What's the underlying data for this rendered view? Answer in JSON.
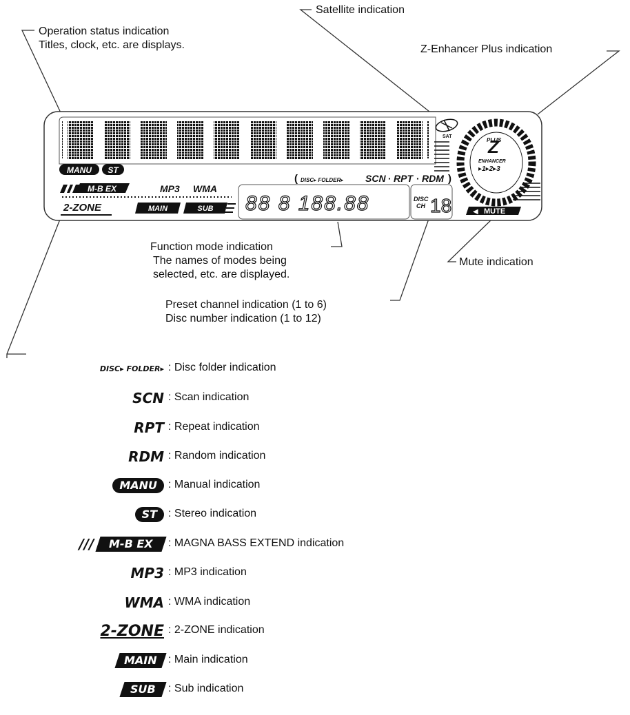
{
  "callouts": {
    "satellite": "Satellite indication",
    "operation_line1": "Operation status indication",
    "operation_line2": "Titles, clock, etc. are displays.",
    "zenhancer": "Z-Enhancer Plus indication",
    "function_line1": "Function mode indication",
    "function_line2": "The names of modes being",
    "function_line3": "selected, etc. are displayed.",
    "mute": "Mute indication",
    "preset_line1": "Preset channel indication (1 to 6)",
    "preset_line2": "Disc number indication (1 to 12)"
  },
  "display": {
    "manu": "MANU",
    "st": "ST",
    "disc_folder": "DISC▸ FOLDER▸",
    "scn": "SCN",
    "rpt": "RPT",
    "rdm": "RDM",
    "mbex": "M-B EX",
    "mp3": "MP3",
    "wma": "WMA",
    "zone": "2-ZONE",
    "main": "MAIN",
    "sub": "SUB",
    "sat": "SAT",
    "plus": "PLUS",
    "enhancer": "ENHANCER",
    "z_levels": "▸1▸2▸3",
    "mute": "MUTE",
    "disc_ch_top": "DISC",
    "disc_ch_bottom": "CH",
    "disc_number": "18",
    "segment_sample": "88 8  188.88"
  },
  "legend": [
    {
      "icon": "DISC▸ FOLDER▸",
      "text": ": Disc folder indication"
    },
    {
      "icon": "SCN",
      "text": ": Scan indication"
    },
    {
      "icon": "RPT",
      "text": ": Repeat indication"
    },
    {
      "icon": "RDM",
      "text": ": Random indication"
    },
    {
      "icon": "MANU",
      "text": ": Manual indication"
    },
    {
      "icon": "ST",
      "text": ": Stereo indication"
    },
    {
      "icon": "M-B EX",
      "text": ": MAGNA BASS EXTEND indication"
    },
    {
      "icon": "MP3",
      "text": ": MP3 indication"
    },
    {
      "icon": "WMA",
      "text": ": WMA indication"
    },
    {
      "icon": "2-ZONE",
      "text": ": 2-ZONE indication"
    },
    {
      "icon": "MAIN",
      "text": ": Main indication"
    },
    {
      "icon": "SUB",
      "text": ": Sub indication"
    }
  ]
}
